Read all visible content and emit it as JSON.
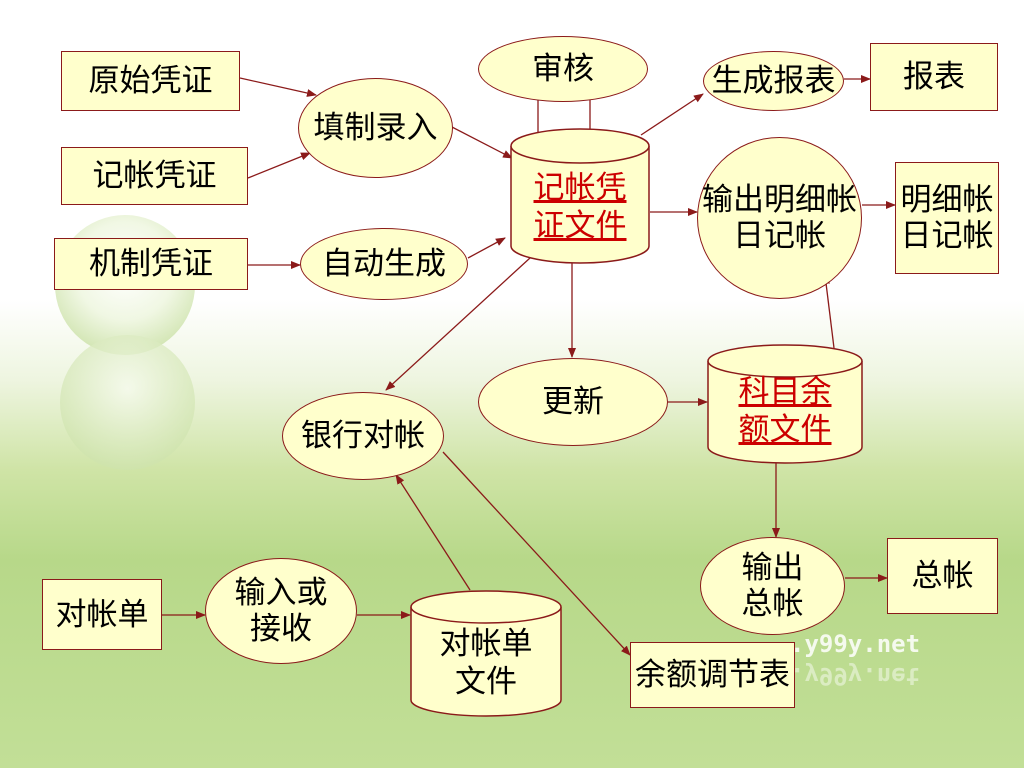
{
  "nodes": {
    "original_voucher": "原始凭证",
    "bookkeeping_voucher": "记帐凭证",
    "machine_voucher": "机制凭证",
    "fill_entry": "填制录入",
    "auto_generate": "自动生成",
    "audit": "审核",
    "voucher_file": "记帐凭证文件",
    "voucher_file_line1": "记帐凭",
    "voucher_file_line2": "证文件",
    "generate_report": "生成报表",
    "report": "报表",
    "output_detail_line1": "输出明细帐",
    "output_detail_line2": "日记帐",
    "detail_journal_line1": "明细帐",
    "detail_journal_line2": "日记帐",
    "update": "更新",
    "account_balance_line1": "科目余",
    "account_balance_line2": "额文件",
    "bank_reconcile": "银行对帐",
    "output_ledger_line1": "输出",
    "output_ledger_line2": "总帐",
    "general_ledger": "总帐",
    "statement": "对帐单",
    "input_receive_line1": "输入或",
    "input_receive_line2": "接收",
    "statement_file_line1": "对帐单",
    "statement_file_line2": "文件",
    "balance_adjust": "余额调节表"
  },
  "watermark": ".y99y.net",
  "colors": {
    "box_fill": "#ffffcc",
    "border": "#8b1a1a",
    "link_text": "#cc0000"
  }
}
